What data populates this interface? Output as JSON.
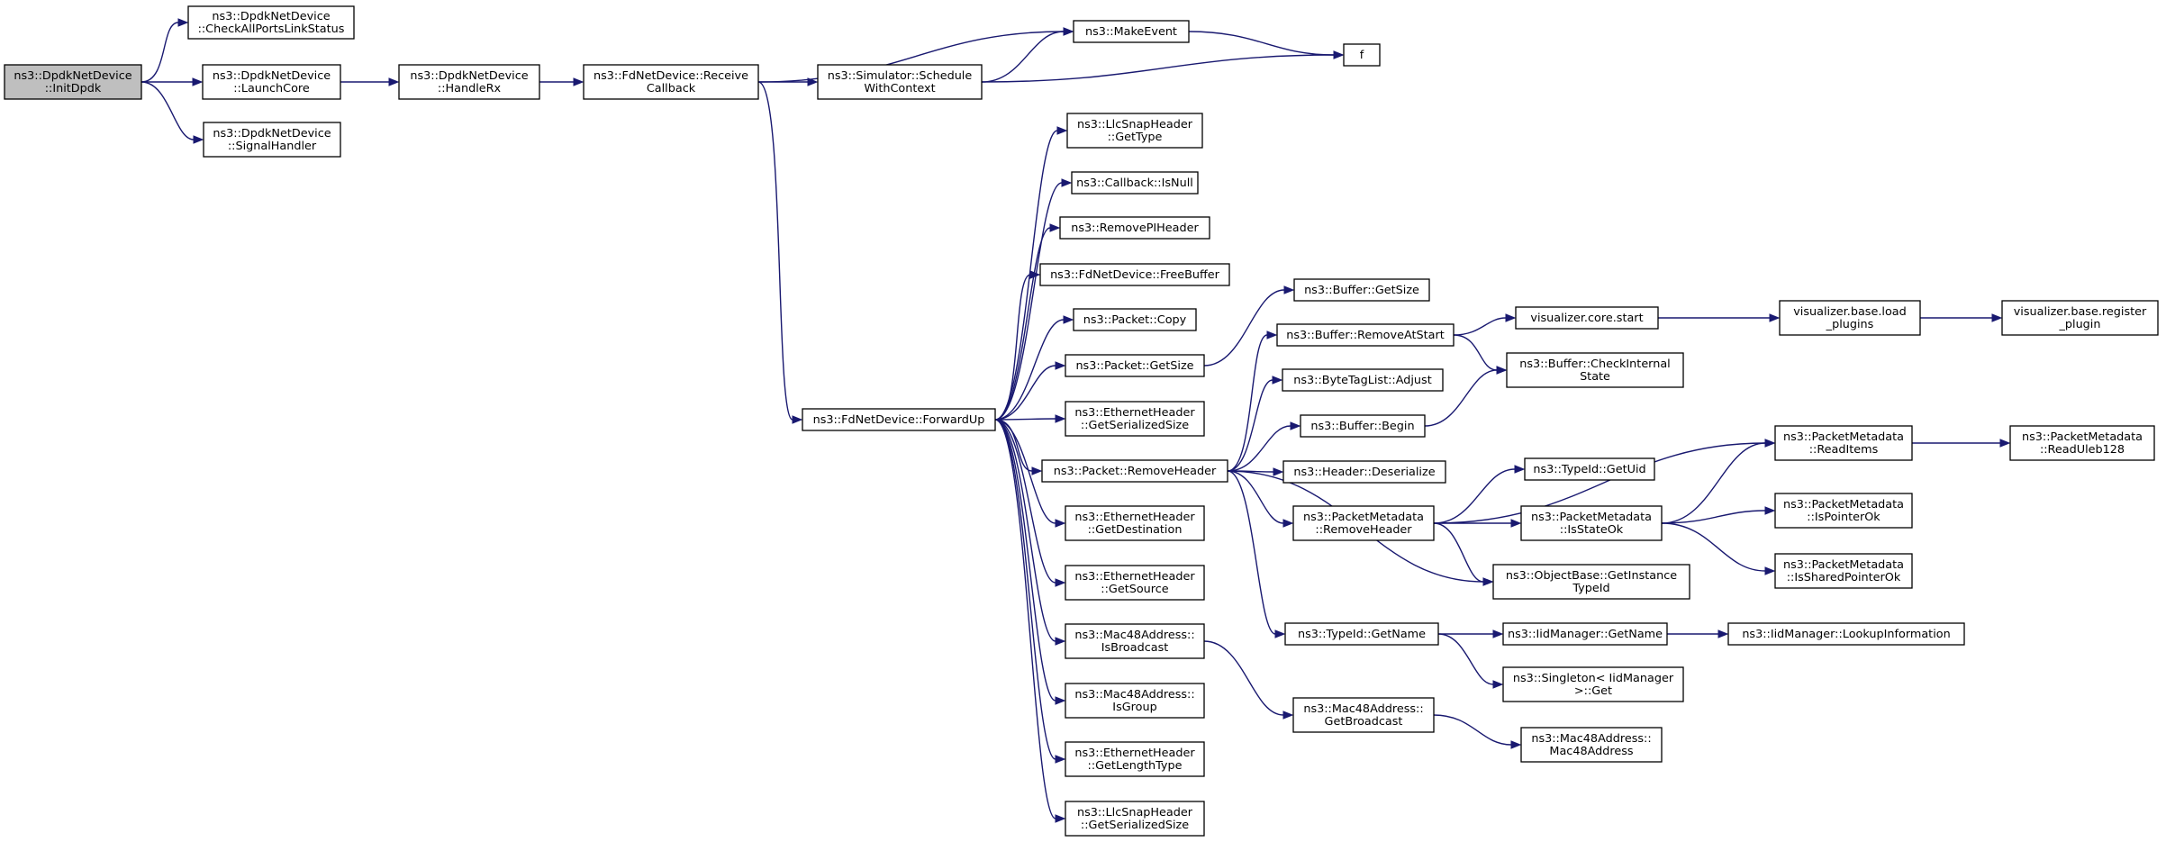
{
  "graph": {
    "colors": {
      "edge": "#191970",
      "root_fill": "#bfbfbf",
      "node_fill": "#ffffff",
      "node_border": "#000000"
    },
    "root": "InitDpdk",
    "nodes": [
      {
        "id": "InitDpdk",
        "lines": [
          "ns3::DpdkNetDevice",
          "::InitDpdk"
        ]
      },
      {
        "id": "CheckAllPortsLinkStatus",
        "lines": [
          "ns3::DpdkNetDevice",
          "::CheckAllPortsLinkStatus"
        ]
      },
      {
        "id": "LaunchCore",
        "lines": [
          "ns3::DpdkNetDevice",
          "::LaunchCore"
        ]
      },
      {
        "id": "SignalHandler",
        "lines": [
          "ns3::DpdkNetDevice",
          "::SignalHandler"
        ]
      },
      {
        "id": "HandleRx",
        "lines": [
          "ns3::DpdkNetDevice",
          "::HandleRx"
        ]
      },
      {
        "id": "ReceiveCallback",
        "lines": [
          "ns3::FdNetDevice::Receive",
          "Callback"
        ]
      },
      {
        "id": "ScheduleWithContext",
        "lines": [
          "ns3::Simulator::Schedule",
          "WithContext"
        ]
      },
      {
        "id": "MakeEvent",
        "lines": [
          "ns3::MakeEvent"
        ]
      },
      {
        "id": "f",
        "lines": [
          "f"
        ]
      },
      {
        "id": "ForwardUp",
        "lines": [
          "ns3::FdNetDevice::ForwardUp"
        ]
      },
      {
        "id": "LlcGetType",
        "lines": [
          "ns3::LlcSnapHeader",
          "::GetType"
        ]
      },
      {
        "id": "IsNull",
        "lines": [
          "ns3::Callback::IsNull"
        ]
      },
      {
        "id": "RemovePIHeader",
        "lines": [
          "ns3::RemovePIHeader"
        ]
      },
      {
        "id": "FreeBuffer",
        "lines": [
          "ns3::FdNetDevice::FreeBuffer"
        ]
      },
      {
        "id": "PacketCopy",
        "lines": [
          "ns3::Packet::Copy"
        ]
      },
      {
        "id": "PacketGetSize",
        "lines": [
          "ns3::Packet::GetSize"
        ]
      },
      {
        "id": "EthGetSerializedSize",
        "lines": [
          "ns3::EthernetHeader",
          "::GetSerializedSize"
        ]
      },
      {
        "id": "PacketRemoveHeader",
        "lines": [
          "ns3::Packet::RemoveHeader"
        ]
      },
      {
        "id": "EthGetDestination",
        "lines": [
          "ns3::EthernetHeader",
          "::GetDestination"
        ]
      },
      {
        "id": "EthGetSource",
        "lines": [
          "ns3::EthernetHeader",
          "::GetSource"
        ]
      },
      {
        "id": "IsBroadcast",
        "lines": [
          "ns3::Mac48Address::",
          "IsBroadcast"
        ]
      },
      {
        "id": "IsGroup",
        "lines": [
          "ns3::Mac48Address::",
          "IsGroup"
        ]
      },
      {
        "id": "EthGetLengthType",
        "lines": [
          "ns3::EthernetHeader",
          "::GetLengthType"
        ]
      },
      {
        "id": "LlcGetSerializedSize",
        "lines": [
          "ns3::LlcSnapHeader",
          "::GetSerializedSize"
        ]
      },
      {
        "id": "BufferGetSize",
        "lines": [
          "ns3::Buffer::GetSize"
        ]
      },
      {
        "id": "BufferRemoveAtStart",
        "lines": [
          "ns3::Buffer::RemoveAtStart"
        ]
      },
      {
        "id": "ByteTagAdjust",
        "lines": [
          "ns3::ByteTagList::Adjust"
        ]
      },
      {
        "id": "BufferBegin",
        "lines": [
          "ns3::Buffer::Begin"
        ]
      },
      {
        "id": "HeaderDeserialize",
        "lines": [
          "ns3::Header::Deserialize"
        ]
      },
      {
        "id": "PMRemoveHeader",
        "lines": [
          "ns3::PacketMetadata",
          "::RemoveHeader"
        ]
      },
      {
        "id": "TypeIdGetName",
        "lines": [
          "ns3::TypeId::GetName"
        ]
      },
      {
        "id": "GetBroadcast",
        "lines": [
          "ns3::Mac48Address::",
          "GetBroadcast"
        ]
      },
      {
        "id": "VizCoreStart",
        "lines": [
          "visualizer.core.start"
        ]
      },
      {
        "id": "CheckInternalState",
        "lines": [
          "ns3::Buffer::CheckInternal",
          "State"
        ]
      },
      {
        "id": "TypeIdGetUid",
        "lines": [
          "ns3::TypeId::GetUid"
        ]
      },
      {
        "id": "PMIsStateOk",
        "lines": [
          "ns3::PacketMetadata",
          "::IsStateOk"
        ]
      },
      {
        "id": "GetInstanceTypeId",
        "lines": [
          "ns3::ObjectBase::GetInstance",
          "TypeId"
        ]
      },
      {
        "id": "IidGetName",
        "lines": [
          "ns3::IidManager::GetName"
        ]
      },
      {
        "id": "SingletonGet",
        "lines": [
          "ns3::Singleton< IidManager",
          " >::Get"
        ]
      },
      {
        "id": "Mac48Ctor",
        "lines": [
          "ns3::Mac48Address::",
          "Mac48Address"
        ]
      },
      {
        "id": "VizLoadPlugins",
        "lines": [
          "visualizer.base.load",
          "_plugins"
        ]
      },
      {
        "id": "PMReadItems",
        "lines": [
          "ns3::PacketMetadata",
          "::ReadItems"
        ]
      },
      {
        "id": "PMIsPointerOk",
        "lines": [
          "ns3::PacketMetadata",
          "::IsPointerOk"
        ]
      },
      {
        "id": "PMIsSharedPointerOk",
        "lines": [
          "ns3::PacketMetadata",
          "::IsSharedPointerOk"
        ]
      },
      {
        "id": "LookupInformation",
        "lines": [
          "ns3::IidManager::LookupInformation"
        ]
      },
      {
        "id": "VizRegisterPlugin",
        "lines": [
          "visualizer.base.register",
          "_plugin"
        ]
      },
      {
        "id": "ReadUleb128",
        "lines": [
          "ns3::PacketMetadata",
          "::ReadUleb128"
        ]
      }
    ],
    "edges": [
      [
        "InitDpdk",
        "CheckAllPortsLinkStatus"
      ],
      [
        "InitDpdk",
        "LaunchCore"
      ],
      [
        "InitDpdk",
        "SignalHandler"
      ],
      [
        "LaunchCore",
        "HandleRx"
      ],
      [
        "HandleRx",
        "ReceiveCallback"
      ],
      [
        "ReceiveCallback",
        "ScheduleWithContext"
      ],
      [
        "ReceiveCallback",
        "MakeEvent"
      ],
      [
        "ReceiveCallback",
        "ForwardUp"
      ],
      [
        "ScheduleWithContext",
        "MakeEvent"
      ],
      [
        "ScheduleWithContext",
        "f"
      ],
      [
        "MakeEvent",
        "f"
      ],
      [
        "ForwardUp",
        "LlcGetType"
      ],
      [
        "ForwardUp",
        "IsNull"
      ],
      [
        "ForwardUp",
        "RemovePIHeader"
      ],
      [
        "ForwardUp",
        "FreeBuffer"
      ],
      [
        "ForwardUp",
        "PacketCopy"
      ],
      [
        "ForwardUp",
        "PacketGetSize"
      ],
      [
        "ForwardUp",
        "EthGetSerializedSize"
      ],
      [
        "ForwardUp",
        "PacketRemoveHeader"
      ],
      [
        "ForwardUp",
        "EthGetDestination"
      ],
      [
        "ForwardUp",
        "EthGetSource"
      ],
      [
        "ForwardUp",
        "IsBroadcast"
      ],
      [
        "ForwardUp",
        "IsGroup"
      ],
      [
        "ForwardUp",
        "EthGetLengthType"
      ],
      [
        "ForwardUp",
        "LlcGetSerializedSize"
      ],
      [
        "PacketGetSize",
        "BufferGetSize"
      ],
      [
        "PacketRemoveHeader",
        "BufferRemoveAtStart"
      ],
      [
        "PacketRemoveHeader",
        "ByteTagAdjust"
      ],
      [
        "PacketRemoveHeader",
        "BufferBegin"
      ],
      [
        "PacketRemoveHeader",
        "HeaderDeserialize"
      ],
      [
        "PacketRemoveHeader",
        "PMRemoveHeader"
      ],
      [
        "PacketRemoveHeader",
        "GetInstanceTypeId"
      ],
      [
        "PacketRemoveHeader",
        "TypeIdGetName"
      ],
      [
        "IsBroadcast",
        "GetBroadcast"
      ],
      [
        "BufferRemoveAtStart",
        "VizCoreStart"
      ],
      [
        "BufferRemoveAtStart",
        "CheckInternalState"
      ],
      [
        "BufferBegin",
        "CheckInternalState"
      ],
      [
        "VizCoreStart",
        "VizLoadPlugins"
      ],
      [
        "VizLoadPlugins",
        "VizRegisterPlugin"
      ],
      [
        "PMRemoveHeader",
        "PMReadItems"
      ],
      [
        "PMRemoveHeader",
        "TypeIdGetUid"
      ],
      [
        "PMRemoveHeader",
        "PMIsStateOk"
      ],
      [
        "PMRemoveHeader",
        "GetInstanceTypeId"
      ],
      [
        "PMIsStateOk",
        "PMReadItems"
      ],
      [
        "PMIsStateOk",
        "PMIsPointerOk"
      ],
      [
        "PMIsStateOk",
        "PMIsSharedPointerOk"
      ],
      [
        "PMReadItems",
        "ReadUleb128"
      ],
      [
        "TypeIdGetName",
        "IidGetName"
      ],
      [
        "TypeIdGetName",
        "SingletonGet"
      ],
      [
        "IidGetName",
        "LookupInformation"
      ],
      [
        "GetBroadcast",
        "Mac48Ctor"
      ]
    ]
  }
}
